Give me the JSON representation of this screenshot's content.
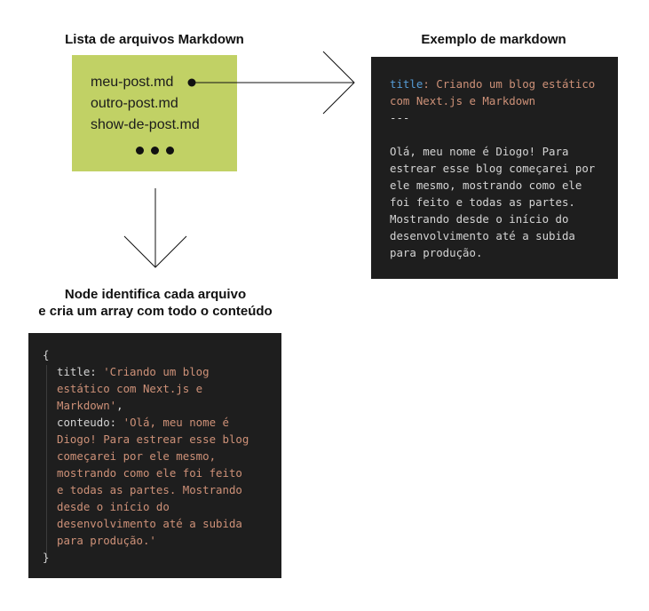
{
  "headings": {
    "files": "Lista de arquivos Markdown",
    "example": "Exemplo de markdown",
    "node_line1": "Node identifica cada arquivo",
    "node_line2": "e cria um array com todo o conteúdo"
  },
  "files": [
    "meu-post.md",
    "outro-post.md",
    "show-de-post.md"
  ],
  "example_markdown": {
    "key": "title",
    "colon": ": ",
    "title_line1": "Criando um blog estático",
    "title_line2": "com Next.js e Markdown",
    "separator": "---",
    "body_lines": [
      "Olá, meu nome é Diogo! Para",
      "estrear esse blog começarei por",
      "ele mesmo, mostrando como ele",
      "foi feito e todas as partes.",
      "Mostrando desde o início do",
      "desenvolvimento até a subida",
      "para produção."
    ]
  },
  "node_object": {
    "open": "{",
    "close": "}",
    "title_key": "title: ",
    "title_lines": [
      "'Criando um blog",
      "estático com Next.js e",
      "Markdown'"
    ],
    "title_comma": ",",
    "content_key": "conteudo: ",
    "content_lines": [
      "'Olá, meu nome é",
      "Diogo! Para estrear esse blog",
      "começarei por ele mesmo,",
      "mostrando como ele foi feito",
      "e todas as partes. Mostrando",
      "desde o início do",
      "desenvolvimento até a subida",
      "para produção.'"
    ]
  },
  "colors": {
    "files_box": "#c1d165",
    "code_bg": "#1e1e1e",
    "code_key": "#569cd6",
    "code_string": "#ce9178",
    "code_text": "#d4d4d4"
  }
}
